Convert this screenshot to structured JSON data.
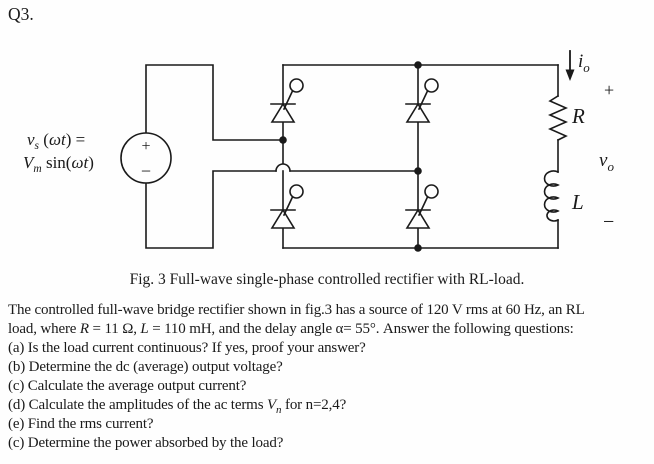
{
  "theme": {
    "ink": "#1a1a1a",
    "paper": "#fefefe"
  },
  "page": {
    "question_label": "Q3."
  },
  "figure": {
    "caption": "Fig. 3 Full-wave single-phase controlled rectifier with RL-load.",
    "source": {
      "v": "v",
      "v_sub": "s",
      "open_paren": " (",
      "omega_t1": "ωt",
      "close_eq": ") =",
      "V": "V",
      "V_sub": "m",
      "sin_open": " sin(",
      "omega_t2": "ωt",
      "close_paren": ")",
      "plus": "+",
      "minus": "−"
    },
    "load": {
      "current_symbol": "i",
      "current_sub": "o",
      "plus": "+",
      "resistor_label": "R",
      "voltage_symbol": "v",
      "voltage_sub": "o",
      "inductor_label": "L",
      "minus": "−"
    }
  },
  "problem": {
    "line1": "The controlled full-wave bridge rectifier shown in fig.3 has a source of 120 V rms at 60 Hz, an RL",
    "line2_pre": "load, where ",
    "line2_R": "R",
    "line2_mid": " = 11 Ω, ",
    "line2_L": "L",
    "line2_post": " = 110 mH, and the delay angle α= 55°. Answer the following questions:",
    "item_a": "(a) Is the load current continuous? If yes, proof your answer?",
    "item_b": "(b) Determine the dc (average) output voltage?",
    "item_c": "(c) Calculate the average output current?",
    "item_d_pre": "(d) Calculate the amplitudes of the ac terms ",
    "item_d_V": "V",
    "item_d_V_sub": "n",
    "item_d_post": " for n=2,4?",
    "item_e": "(e) Find the rms current?",
    "item_f": "(c) Determine the power absorbed by the load?"
  }
}
